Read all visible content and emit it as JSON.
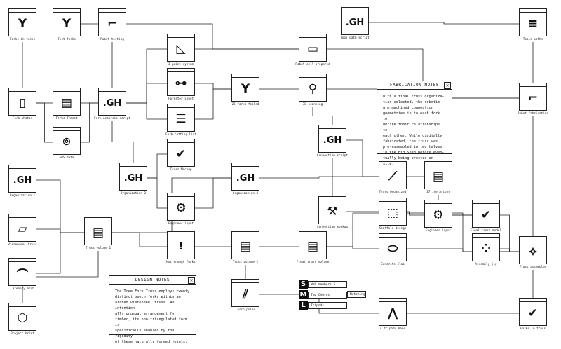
{
  "nodes": [
    {
      "id": "forks-in-trees",
      "label": "Forks in trees",
      "icon": "fork-branch-icon"
    },
    {
      "id": "test-forks",
      "label": "Test forks",
      "icon": "fork-branch-icon"
    },
    {
      "id": "robot-testing",
      "label": "Robot testing",
      "icon": "robot-arm-icon"
    },
    {
      "id": "gh-tool-path",
      "label": "Tool path script",
      "icon_text": ".GH"
    },
    {
      "id": "tools-paths",
      "label": "Tools paths",
      "icon": "lines-icon"
    },
    {
      "id": "three-point-system",
      "label": "3 point system",
      "icon": "triangle-icon"
    },
    {
      "id": "robot-cell-prepared",
      "label": "Robot cell prepared",
      "icon": "robot-cell-icon"
    },
    {
      "id": "fork-photos",
      "label": "Fork photos",
      "icon": "phone-icon"
    },
    {
      "id": "forks-traced",
      "label": "Forks Traced",
      "icon": "3dm-file-icon"
    },
    {
      "id": "fork-analysis-script",
      "label": "Fork analysis script",
      "icon_text": ".GH"
    },
    {
      "id": "forester-input",
      "label": "Forester input",
      "icon": "chainsaw-icon"
    },
    {
      "id": "forks-felled",
      "label": "25 forks felled",
      "icon": "fork-branch-icon"
    },
    {
      "id": "3d-scanning",
      "label": "3D scanning",
      "icon": "scan-branch-icon"
    },
    {
      "id": "robot-fabrication",
      "label": "Robot fabrication",
      "icon": "robot-arm-icon"
    },
    {
      "id": "fork-cutting-list",
      "label": "Fork cutting list",
      "icon": "list-icon"
    },
    {
      "id": "gps-data",
      "label": "GPS data",
      "icon": "pin-icon"
    },
    {
      "id": "connection-script",
      "label": "Connection script",
      "icon_text": ".GH"
    },
    {
      "id": "truss-mockup",
      "label": "Truss Mockup",
      "icon": "check-icon"
    },
    {
      "id": "organization-1",
      "label": "Organization 1",
      "icon_text": ".GH"
    },
    {
      "id": "organization-2",
      "label": "Organization 2",
      "icon_text": ".GH"
    },
    {
      "id": "organization-3",
      "label": "Organization 3",
      "icon_text": ".GH"
    },
    {
      "id": "truss-organized",
      "label": "Truss Organized",
      "icon": "truss-line-icon"
    },
    {
      "id": "iterations",
      "label": "17 iterations",
      "icon": "3dm-file-icon"
    },
    {
      "id": "engineer-input-1",
      "label": "Engineer input",
      "icon": "gear-icon"
    },
    {
      "id": "connection-mockup",
      "label": "Connection mockup",
      "icon": "wrench-icon"
    },
    {
      "id": "scaffold-design",
      "label": "Scaffold design",
      "icon": "scaffold-icon"
    },
    {
      "id": "engineer-input-2",
      "label": "Engineer input",
      "icon": "gear-icon"
    },
    {
      "id": "final-truss-model",
      "label": "Final truss model",
      "icon": "check-icon"
    },
    {
      "id": "vierendeel-truss",
      "label": "Vierendeel truss",
      "icon": "parallelogram-icon"
    },
    {
      "id": "truss-volume-1",
      "label": "Truss volume 1",
      "icon": "3dm-file-icon"
    },
    {
      "id": "not-enough-forks",
      "label": "Not enough forks",
      "icon_text": "!"
    },
    {
      "id": "truss-volume-2",
      "label": "Truss volume 2",
      "icon": "3dm-file-icon"
    },
    {
      "id": "final-truss-volume",
      "label": "Final truss volume",
      "icon": "3dm-file-icon"
    },
    {
      "id": "concrete-slab",
      "label": "Concrete slab",
      "icon": "slab-icon"
    },
    {
      "id": "assembly-jig",
      "label": "Assembly jig",
      "icon": "jig-icon"
    },
    {
      "id": "truss-assembled",
      "label": "Truss assembled",
      "icon": "truss-mesh-icon"
    },
    {
      "id": "catenary-arch",
      "label": "Catenary arch",
      "icon": "arch-icon"
    },
    {
      "id": "larch-poles",
      "label": "Larch poles",
      "icon": "poles-icon"
    },
    {
      "id": "tripods-made",
      "label": "4 tripods made",
      "icon": "tripod-icon"
    },
    {
      "id": "project-brief",
      "label": "Project brief",
      "icon": "cube-icon"
    },
    {
      "id": "forks-in-truss",
      "label": "Forks in truss",
      "icon": "check-icon"
    }
  ],
  "sml": {
    "items": [
      {
        "letter": "S",
        "label": "Web members 5"
      },
      {
        "letter": "M",
        "label": "Top Chords"
      },
      {
        "letter": "L",
        "label": "Tripods"
      }
    ],
    "notching": "Notching"
  },
  "design_notes": {
    "title": "DESIGN NOTES",
    "close": "✕",
    "body": "The Tree Fork Truss employs twenty\ndistinct beech forks within an\narched vierendeel truss. An intention-\nally unusual arrangement for\ntimber, its non-triangulated form is\nspecifically enabled by the rigidity\nof these naturally formed joints."
  },
  "fabrication_notes": {
    "title": "FABRICATION NOTES",
    "close": "✕",
    "body": "With a final truss organiza-\ntion selected, the robotic\narm machined connection\ngeometries in to each fork to\ndefine their relationships to\neach other. While digitally\nfabricated, the truss was\npre-assembled in two halves\nin the Big Shed before even-\ntually being erected on site."
  }
}
